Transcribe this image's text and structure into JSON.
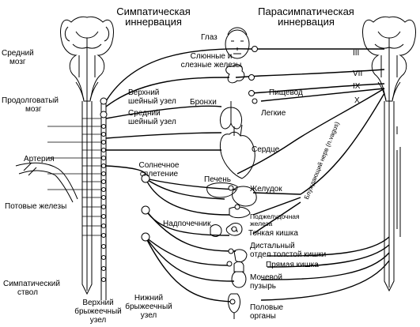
{
  "titles": {
    "sympathetic": [
      "Симпатическая",
      "иннервация"
    ],
    "parasympathetic": [
      "Парасимпатическая",
      "иннервация"
    ]
  },
  "left_labels": {
    "midbrain": [
      "Средний",
      "мозг"
    ],
    "medulla": [
      "Продолговатый",
      "мозг"
    ],
    "artery": "Артерия",
    "sweat_glands": "Потовые железы",
    "sympathetic_trunk": [
      "Симпатический",
      "ствол"
    ],
    "superior_mesenteric": [
      "Верхний",
      "брыжеечный",
      "узел"
    ],
    "inferior_mesenteric": [
      "Нижний",
      "брыжеечный",
      "узел"
    ]
  },
  "center_labels": {
    "superior_cervical": [
      "Верхний",
      "шейный узел"
    ],
    "middle_cervical": [
      "Средний",
      "шейный узел"
    ],
    "solar_plexus": [
      "Солнечное",
      "сплетение"
    ]
  },
  "organ_labels": {
    "eye": "Глаз",
    "salivary": [
      "Слюнные и",
      "слезные железы"
    ],
    "bronchi": "Бронхи",
    "esophagus": "Пищевод",
    "lungs": "Легкие",
    "heart": "Сердце",
    "liver": "Печень",
    "stomach": "Желудок",
    "pancreas": [
      "Поджелудочная",
      "железа"
    ],
    "adrenal": "Надпочечник",
    "small_intestine": "Тонкая кишка",
    "distal_colon": [
      "Дистальный",
      "отдел толстой кишки"
    ],
    "rectum": "Прямая кишка",
    "bladder": [
      "Мочевой",
      "пузырь"
    ],
    "genitals": [
      "Половые",
      "органы"
    ]
  },
  "cranial_nerves": [
    "III",
    "VII",
    "IX",
    "X"
  ],
  "vagus_label": "Блуждающий нерв (n.vagus)"
}
